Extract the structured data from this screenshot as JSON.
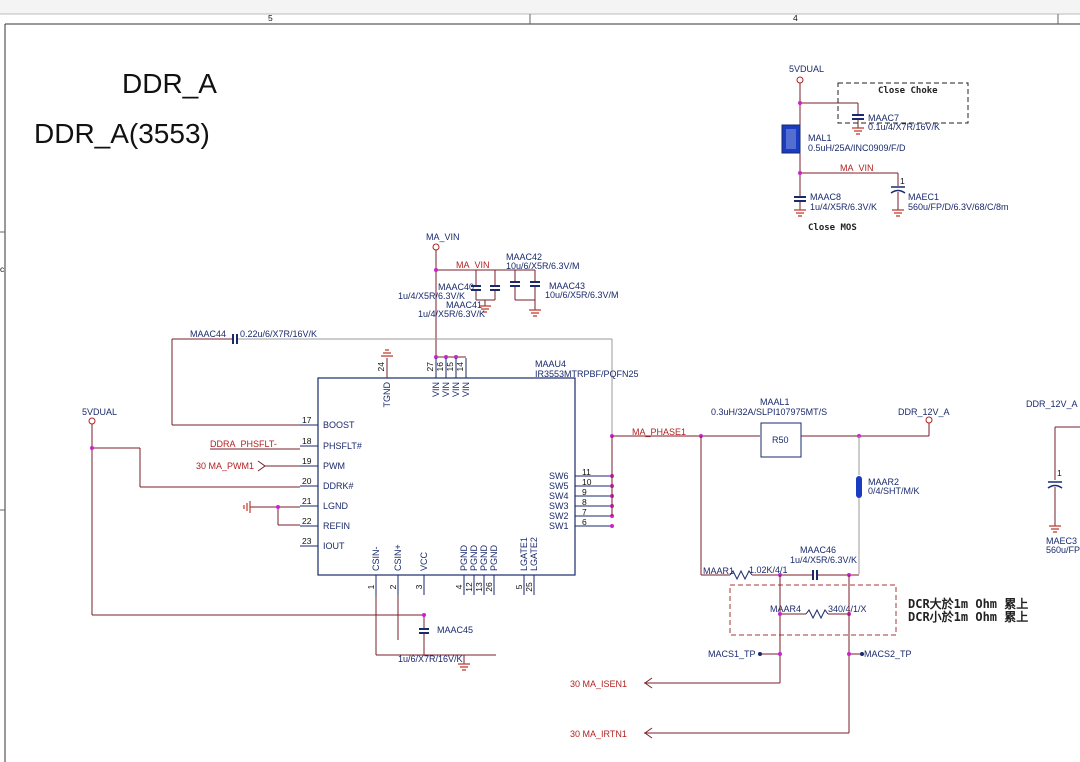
{
  "frame": {
    "col_left": "5",
    "col_right": "4",
    "row_mark": "c"
  },
  "titles": {
    "main": "DDR_A",
    "sub": "DDR_A(3553)"
  },
  "nets": {
    "vdual_top": "5VDUAL",
    "ma_vin_top": "MA_VIN",
    "ma_vin": "MA_VIN",
    "ma_vin_red": "MA_VIN",
    "vdual_left": "5VDUAL",
    "ddr_12v": "DDR_12V_A",
    "ddr_12v_right": "DDR_12V_A",
    "ma_phase1": "MA_PHASE1",
    "ddra_phsflt": "DDRA_PHSFLT-",
    "ma_pwm": "30  MA_PWM1",
    "ma_isen": "30  MA_ISEN1",
    "ma_irtn": "30  MA_IRTN1",
    "macs1": "MACS1_TP",
    "macs2": "MACS2_TP"
  },
  "notes": {
    "close_choke": "Close Choke",
    "close_mos": "Close MOS",
    "dcr1": "DCR大於1m Ohm  累上",
    "dcr2": "DCR小於1m Ohm  累上"
  },
  "components": {
    "maac7": {
      "ref": "MAAC7",
      "val": "0.1u/4/X7R/16V/K"
    },
    "mal1": {
      "ref": "MAL1",
      "val": "0.5uH/25A/INC0909/F/D"
    },
    "maac8": {
      "ref": "MAAC8",
      "val": "1u/4/X5R/6.3V/K"
    },
    "maec1": {
      "ref": "MAEC1",
      "val": "560u/FP/D/6.3V/68/C/8m",
      "pol": "1"
    },
    "maac42": {
      "ref": "MAAC42",
      "val": "10u/6/X5R/6.3V/M"
    },
    "maac40": {
      "ref": "MAAC40",
      "val": "1u/4/X5R/6.3V/K"
    },
    "maac41": {
      "ref": "MAAC41",
      "val": "1u/4/X5R/6.3V/K"
    },
    "maac43": {
      "ref": "MAAC43",
      "val": "10u/6/X5R/6.3V/M"
    },
    "maac44": {
      "ref": "MAAC44",
      "val": "0.22u/6/X7R/16V/K"
    },
    "maau4": {
      "ref": "MAAU4",
      "val": "IR3553MTRPBF/PQFN25"
    },
    "maal1": {
      "ref": "MAAL1",
      "val": "0.3uH/32A/SLPI107975MT/S",
      "body": "R50"
    },
    "maar2": {
      "ref": "MAAR2",
      "val": "0/4/SHT/M/K"
    },
    "maac46": {
      "ref": "MAAC46",
      "val": "1u/4/X5R/6.3V/K"
    },
    "maar1": {
      "ref": "MAAR1",
      "val": "1.02K/4/1"
    },
    "maar4": {
      "ref": "MAAR4",
      "val": "340/4/1/X"
    },
    "maac45": {
      "ref": "MAAC45",
      "val": "1u/6/X7R/16V/K"
    },
    "maec3": {
      "ref": "MAEC3",
      "val": "560u/FP",
      "pol": "1"
    }
  },
  "ic": {
    "left_pins": [
      {
        "num": "17",
        "name": "BOOST"
      },
      {
        "num": "18",
        "name": "PHSFLT#"
      },
      {
        "num": "19",
        "name": "PWM"
      },
      {
        "num": "20",
        "name": "DDRK#"
      },
      {
        "num": "21",
        "name": "LGND"
      },
      {
        "num": "22",
        "name": "REFIN"
      },
      {
        "num": "23",
        "name": "IOUT"
      }
    ],
    "right_pins": [
      {
        "num": "11",
        "name": "SW6"
      },
      {
        "num": "10",
        "name": "SW5"
      },
      {
        "num": "9",
        "name": "SW4"
      },
      {
        "num": "8",
        "name": "SW3"
      },
      {
        "num": "7",
        "name": "SW2"
      },
      {
        "num": "6",
        "name": "SW1"
      }
    ],
    "top_pins": [
      {
        "num": "24",
        "name": "TGND"
      },
      {
        "num": "27",
        "name": "VIN"
      },
      {
        "num": "16",
        "name": "VIN"
      },
      {
        "num": "15",
        "name": "VIN"
      },
      {
        "num": "14",
        "name": "VIN"
      }
    ],
    "bottom_pins": [
      {
        "num": "1",
        "name": "CSIN-"
      },
      {
        "num": "2",
        "name": "CSIN+"
      },
      {
        "num": "3",
        "name": "VCC"
      },
      {
        "num": "4",
        "name": "PGND"
      },
      {
        "num": "12",
        "name": "PGND"
      },
      {
        "num": "13",
        "name": "PGND"
      },
      {
        "num": "26",
        "name": "PGND"
      },
      {
        "num": "5",
        "name": "LGATE1"
      },
      {
        "num": "25",
        "name": "LGATE2"
      }
    ]
  }
}
